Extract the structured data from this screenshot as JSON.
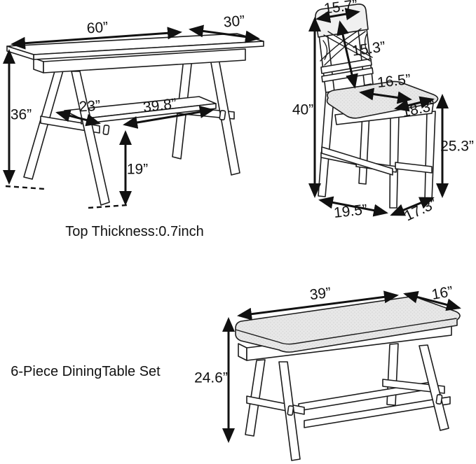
{
  "canvas": {
    "background": "#ffffff",
    "ink": "#111111"
  },
  "caption": "6-Piece DiningTable Set",
  "table": {
    "width_label": "60”",
    "depth_label": "30”",
    "height_label": "36”",
    "leg_span_label": "23”",
    "shelf_length_label": "39.8”",
    "shelf_height_label": "19”",
    "note": "Top Thickness:0.7inch"
  },
  "chair": {
    "back_width_label": "15.7”",
    "back_height_label": "15.3”",
    "seat_width_label": "16.5”",
    "seat_depth_label": "18.3”",
    "overall_height_label": "40”",
    "seat_height_label": "25.3”",
    "base_width_label": "19.5”",
    "base_depth_label": "17.3”"
  },
  "bench": {
    "width_label": "39”",
    "depth_label": "16”",
    "height_label": "24.6”"
  }
}
